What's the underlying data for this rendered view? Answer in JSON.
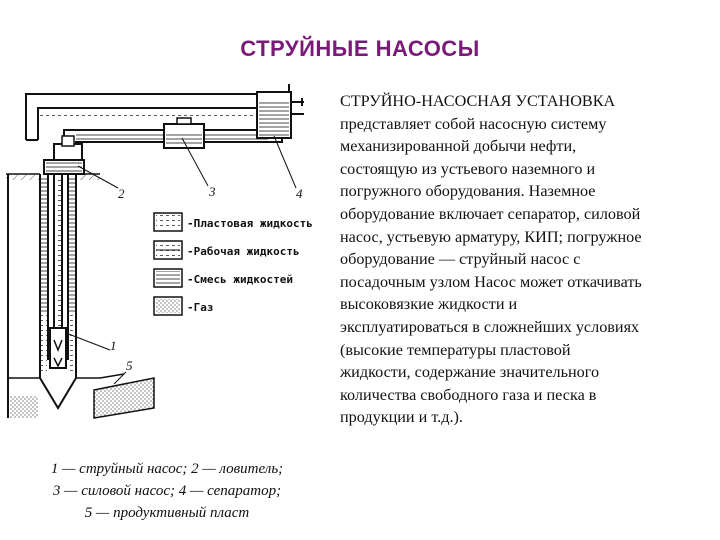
{
  "title": "СТРУЙНЫЕ НАСОСЫ",
  "figure": {
    "legend": [
      {
        "label": "-Пластовая жидкость"
      },
      {
        "label": "-Рабочая жидкость"
      },
      {
        "label": "-Смесь жидкостей"
      },
      {
        "label": "-Газ"
      }
    ],
    "callouts": [
      "1",
      "2",
      "3",
      "4",
      "5"
    ]
  },
  "caption": [
    "1 — струйный насос; 2 — ловитель;",
    "3 — силовой насос; 4 — сепаратор;",
    "5 — продуктивный пласт"
  ],
  "description": [
    "СТРУЙНО-НАСОСНАЯ УСТАНОВКА",
    "представляет собой насосную систему",
    "механизированной добычи нефти,",
    "состоящую из устьевого наземного и",
    "погружного оборудования. Наземное",
    "оборудование включает сепаратор, силовой",
    "насос, устьевую арматуру, КИП; погружное",
    "оборудование — струйный насос с",
    "посадочным узлом Насос может откачивать",
    "высоковязкие жидкости и",
    "эксплуатироваться в сложнейших условиях",
    "(высокие температуры пластовой",
    "жидкости, содержание значительного",
    "количества свободного газа и песка в",
    "продукции и т.д.)."
  ],
  "colors": {
    "title": "#7a1a78",
    "text": "#111111"
  }
}
